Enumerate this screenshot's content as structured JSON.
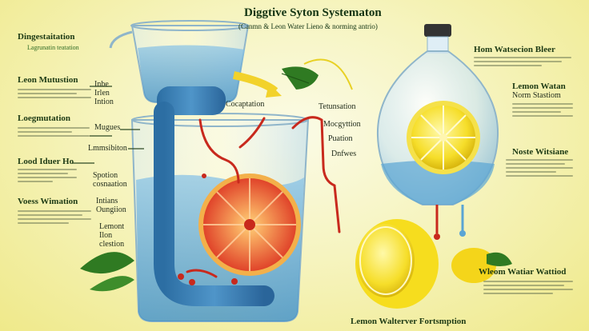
{
  "header": {
    "title": "Diggtive Syton Systematon",
    "subtitle": "(Canmn & Leon Water Lieno & norming antrio)"
  },
  "left": {
    "top_heading": "Dingestaitation",
    "top_sub": "Lagrunatin teatation",
    "s1_heading": "Leon Mutustion",
    "s1_callout": "Inbe\nIrlen\nIntion",
    "s2_heading": "Loegmutation",
    "s2_callout_a": "Mugues",
    "s2_callout_b": "Lmmsibiton",
    "s3_heading": "Lood Iduer Ho",
    "s3_callout_a": "Spotion\ncosnaation",
    "s4_heading": "Voess Wimation",
    "s4_callout_a": "Intians\nOungiion",
    "s4_callout_b": "Lemont\nIlon\nclestion"
  },
  "center": {
    "label_a": "Cocaptation",
    "label_b": "Tetunsation",
    "label_c": "Mocgyttion",
    "label_d": "Puation",
    "label_e": "Dnfwes"
  },
  "right": {
    "s1_heading": "Hom Watsecion Bleer",
    "s2_heading": "Lemon Watan",
    "s2_sub": "Norm Stastiom",
    "s3_heading": "Noste Witsiane",
    "s4_heading": "Wleom Watiar Wattiod"
  },
  "footer": {
    "caption": "Lemon Walterver Fortsmption"
  }
}
